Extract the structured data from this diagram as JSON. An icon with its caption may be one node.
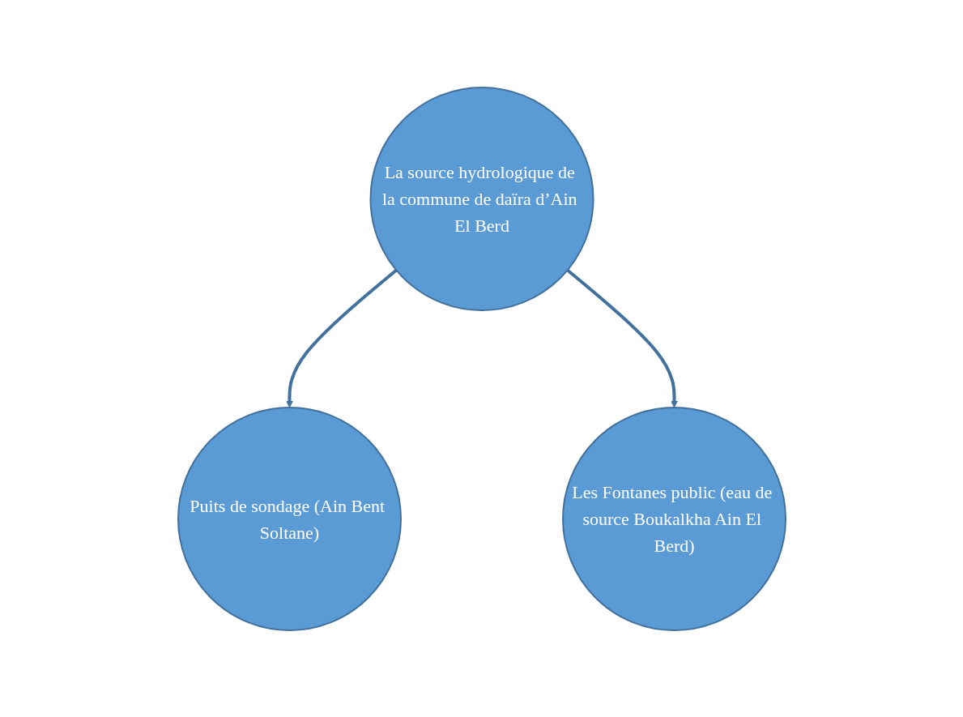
{
  "diagram": {
    "nodes": [
      {
        "text": [
          "La source hydrologique de la commune de daïra d’Ain El Berd"
        ]
      },
      {
        "text": [
          "Puits de sondage (Ain Bent Soltane)"
        ]
      },
      {
        "text": [
          "Les Fontanes public (eau de source Boukalkha Ain El Berd)"
        ]
      }
    ],
    "edges": [
      {
        "from": 0,
        "to": 1,
        "arrow": "to"
      },
      {
        "from": 0,
        "to": 2,
        "arrow": "to"
      }
    ]
  }
}
